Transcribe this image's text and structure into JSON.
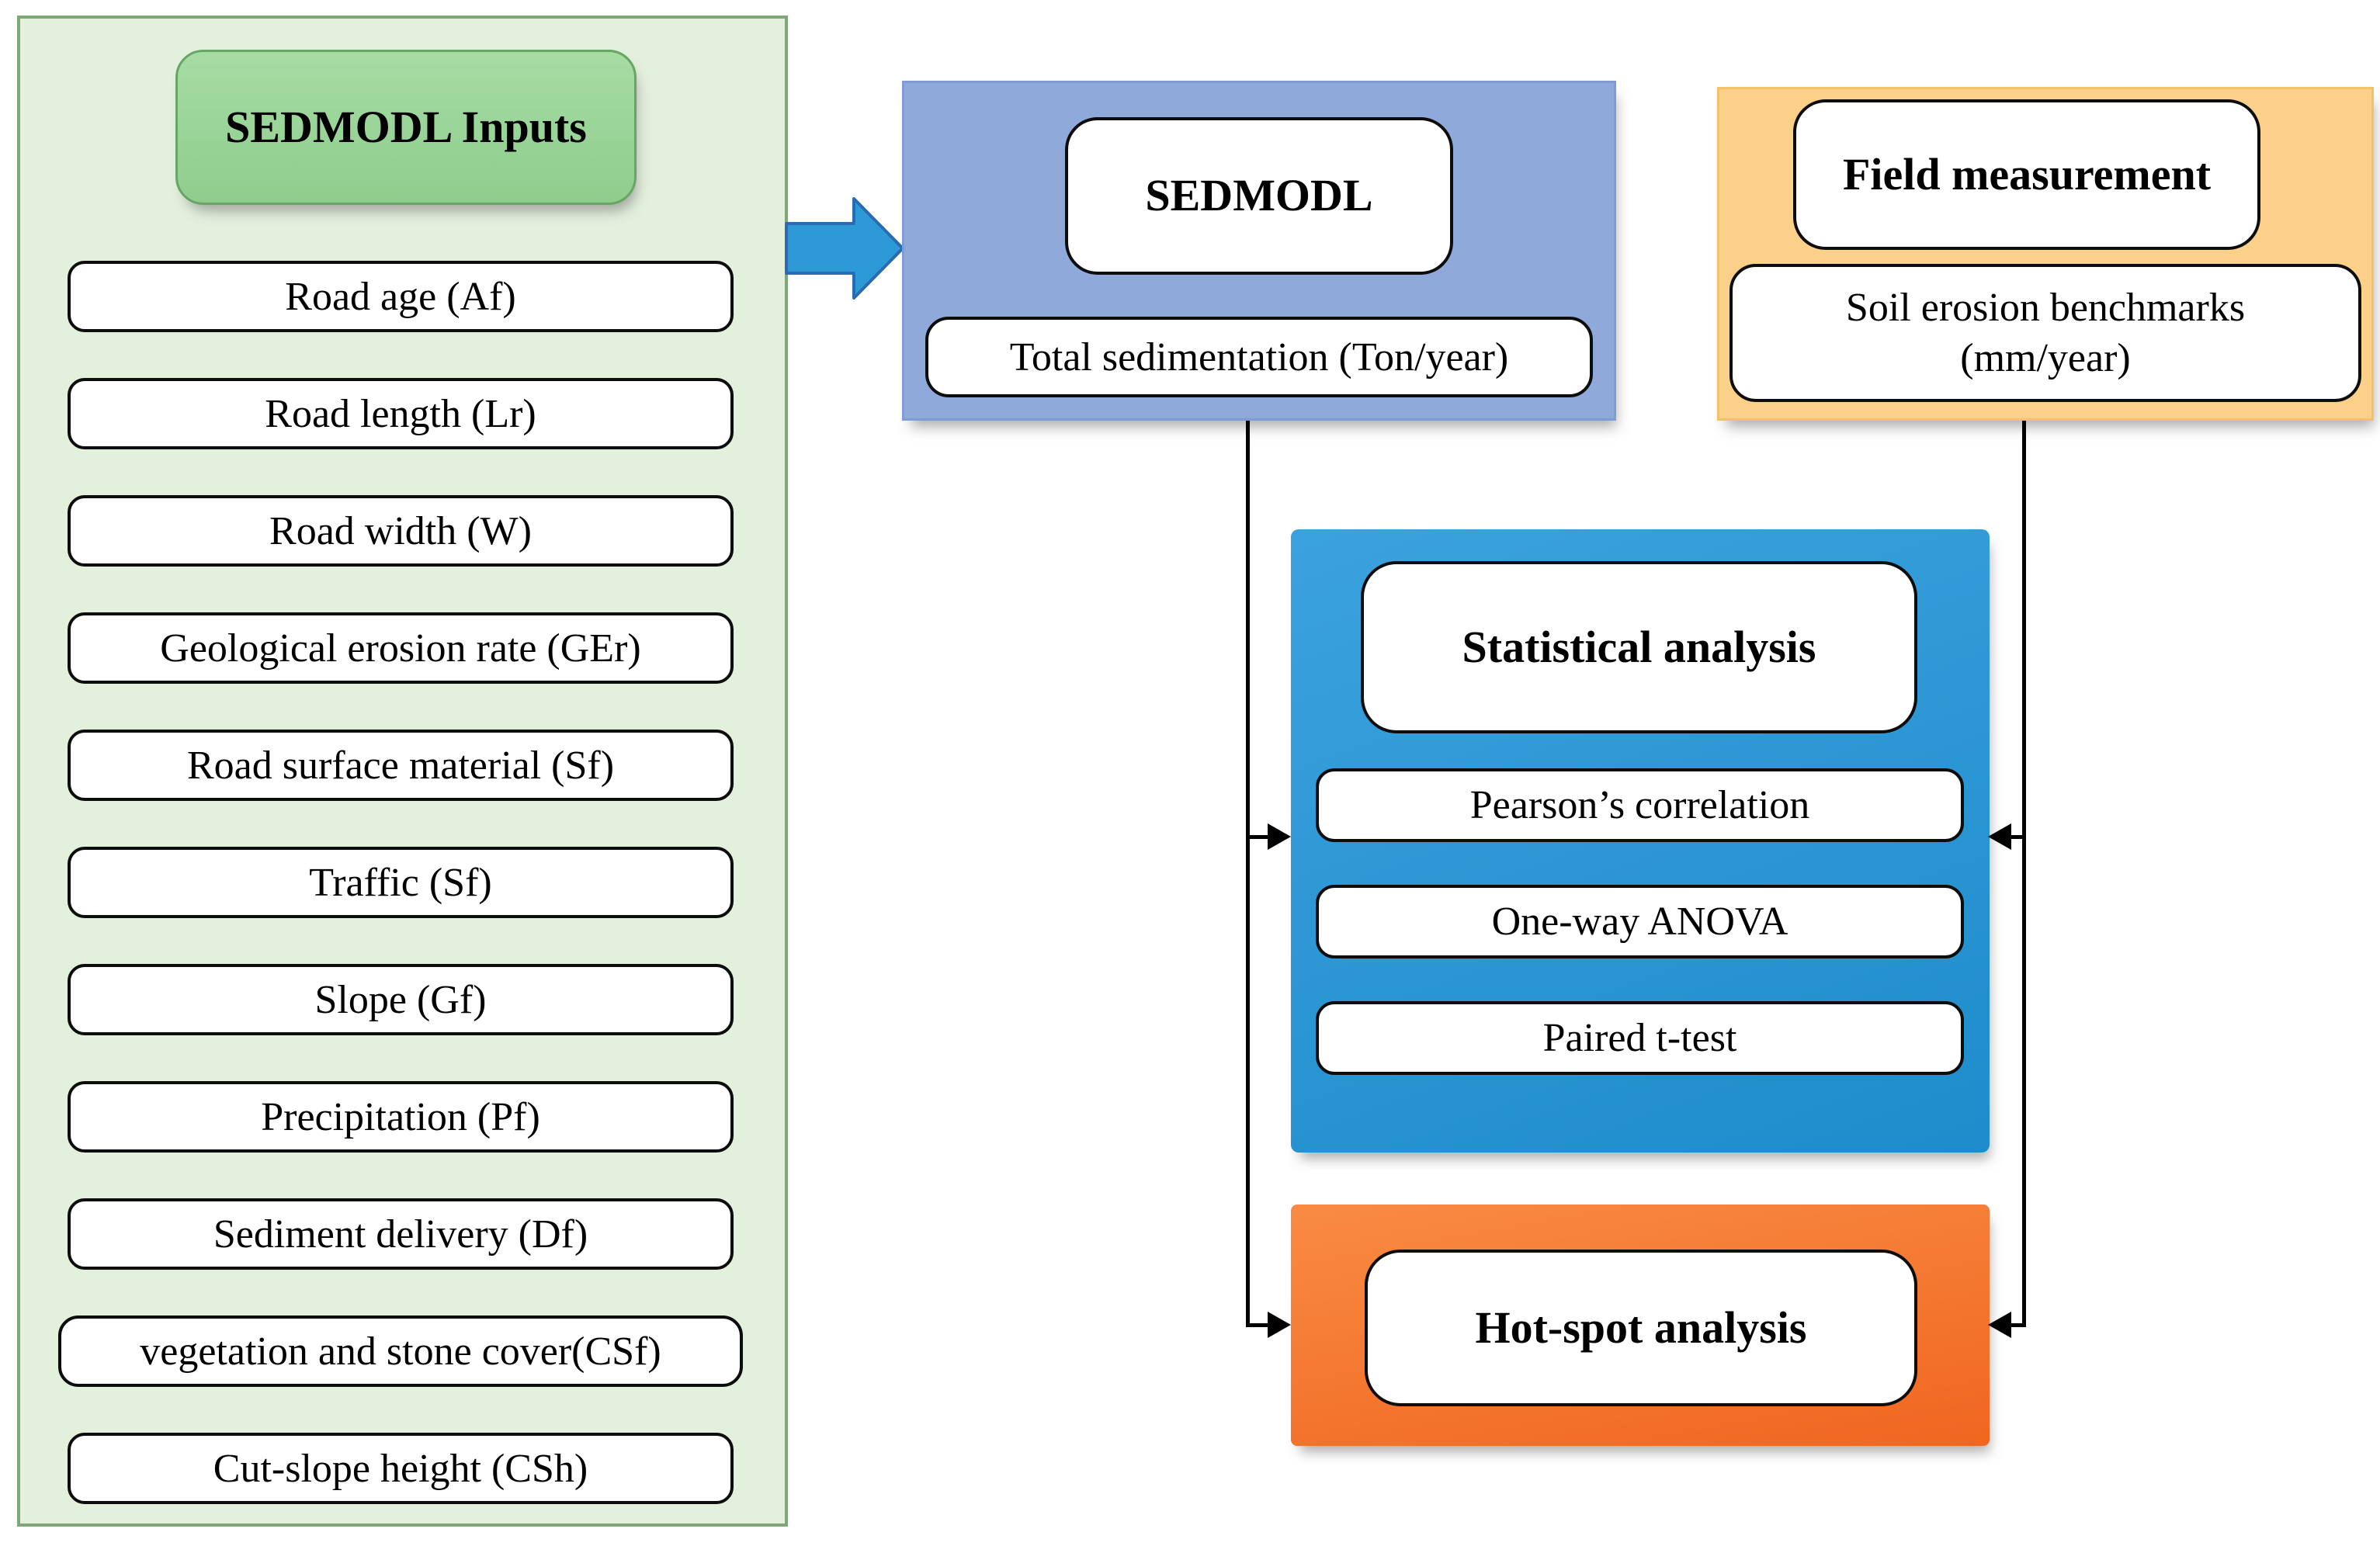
{
  "panel_inputs": {
    "title": "SEDMODL Inputs",
    "items": [
      "Road age (Af)",
      "Road length (Lr)",
      "Road width (W)",
      "Geological erosion rate (GEr)",
      "Road surface material (Sf)",
      "Traffic (Sf)",
      "Slope (Gf)",
      "Precipitation (Pf)",
      "Sediment delivery (Df)",
      "vegetation and stone cover(CSf)",
      "Cut-slope height (CSh)"
    ]
  },
  "sedmodl": {
    "title": "SEDMODL",
    "output": "Total sedimentation (Ton/year)"
  },
  "field": {
    "title": "Field measurement",
    "output_line1": "Soil  erosion benchmarks",
    "output_line2": "(mm/year)"
  },
  "stats": {
    "title": "Statistical analysis",
    "methods": [
      "Pearson’s correlation",
      "One-way ANOVA",
      "Paired t-test"
    ]
  },
  "hotspot": {
    "title": "Hot-spot analysis"
  },
  "colors": {
    "panel_green_fill": "#E3F0DC",
    "panel_green_border": "#7FA878",
    "header_green": "#9CD59C",
    "sedmodl_blue": "#8FA9DB",
    "field_gold": "#FBD189",
    "stats_blue": "#2697D4",
    "hotspot_orange": "#F5782E",
    "arrow_blue": "#2D9AD7",
    "connector_black": "#000000"
  }
}
